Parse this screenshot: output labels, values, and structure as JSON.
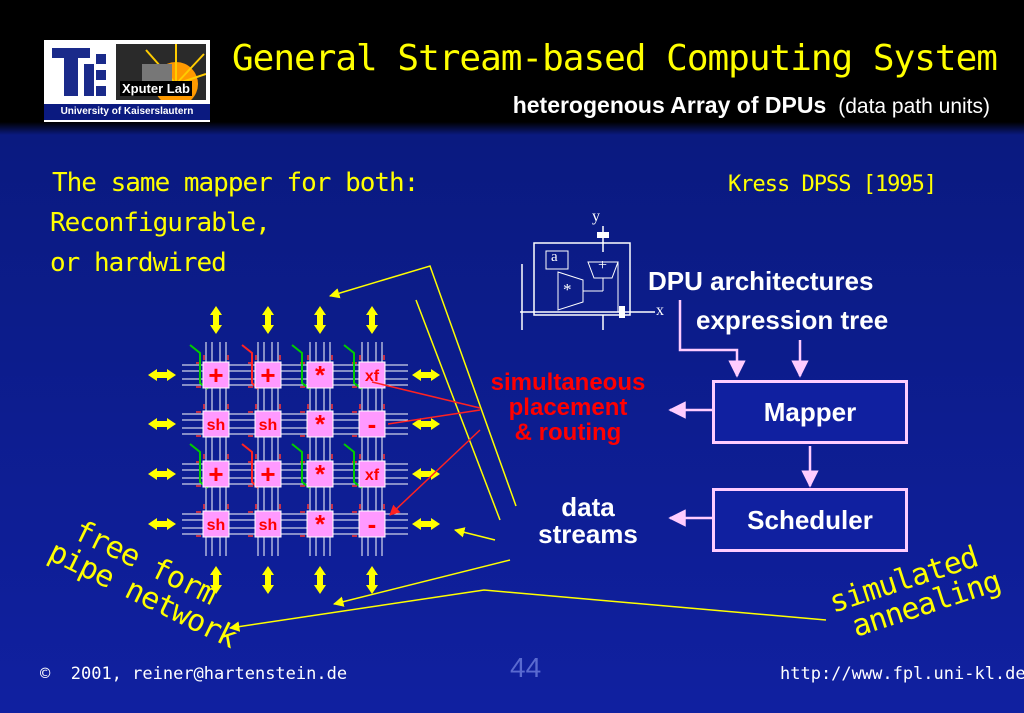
{
  "header": {
    "title": "General Stream-based Computing System",
    "subtitle": "heterogenous Array of DPUs",
    "subtitle_note": "(data path units)",
    "logo_lab": "Xputer Lab",
    "logo_university": "University of Kaiserslautern"
  },
  "intro": {
    "line1": "The same mapper for both:",
    "line2": "Reconfigurable,",
    "line3": "or hardwired",
    "reference": "Kress DPSS [1995]"
  },
  "dpu_inset": {
    "y_label": "y",
    "x_label": "x",
    "a_label": "a",
    "mult_label": "*",
    "add_label": "+"
  },
  "flow": {
    "dpu_architectures": "DPU architectures",
    "expression_tree": "expression tree",
    "mapper": "Mapper",
    "scheduler": "Scheduler",
    "placement_line1": "simultaneous",
    "placement_line2": "placement",
    "placement_line3": "& routing",
    "data_line1": "data",
    "data_line2": "streams"
  },
  "array": {
    "rows": [
      [
        "+",
        "+",
        "*",
        "xf"
      ],
      [
        "sh",
        "sh",
        "*",
        "-"
      ],
      [
        "+",
        "+",
        "*",
        "xf"
      ],
      [
        "sh",
        "sh",
        "*",
        "-"
      ]
    ]
  },
  "annotations": {
    "free_line1": "free form",
    "free_line2": "pipe network",
    "sim_line1": "simulated",
    "sim_line2": "annealing"
  },
  "footer": {
    "copyright_symbol": "©",
    "copyright_text": "2001, reiner@hartenstein.de",
    "page_number": "44",
    "url": "http://www.fpl.uni-kl.de"
  },
  "colors": {
    "title": "#ffff00",
    "background": "#1020a0",
    "cell_fill": "#ff99ff",
    "operator": "#ff0000",
    "arrow": "#ffff00"
  }
}
